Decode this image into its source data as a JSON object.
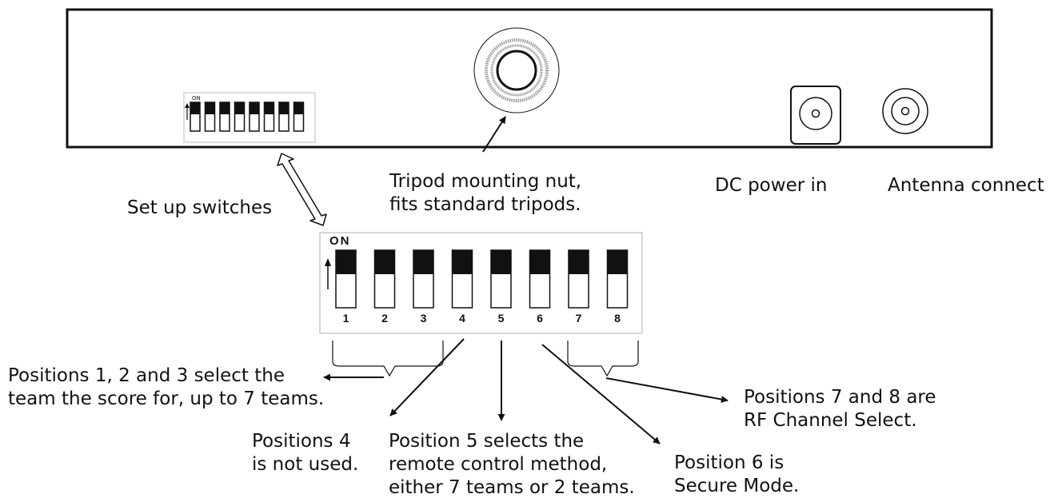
{
  "device": {
    "dip_small_on_text": "ON"
  },
  "dip_switch": {
    "on_label": "ON",
    "positions": [
      "1",
      "2",
      "3",
      "4",
      "5",
      "6",
      "7",
      "8"
    ]
  },
  "labels": {
    "setup_switches": "Set up switches",
    "tripod_line1": "Tripod mounting nut,",
    "tripod_line2": "fits standard tripods.",
    "dc_power": "DC power in",
    "antenna": "Antenna connect",
    "pos123_line1": "Positions 1, 2 and 3 select the",
    "pos123_line2": "team the score for, up to 7 teams.",
    "pos4_line1": "Positions 4",
    "pos4_line2": "is not used.",
    "pos5_line1": "Position 5 selects the",
    "pos5_line2": "remote control method,",
    "pos5_line3": "either 7 teams or 2 teams.",
    "pos6_line1": "Position 6 is",
    "pos6_line2": "Secure Mode.",
    "pos78_line1": "Positions 7 and 8 are",
    "pos78_line2": "RF Channel Select."
  },
  "colors": {
    "ink": "#111111",
    "paper": "#ffffff"
  }
}
